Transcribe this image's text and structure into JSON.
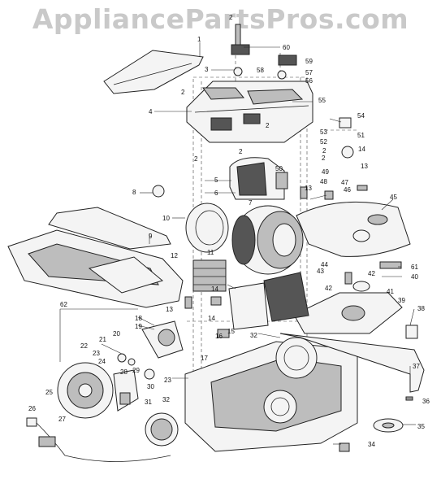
{
  "watermark": "AppliancePartsPros.com",
  "callouts": [
    {
      "id": "c1",
      "text": "1"
    },
    {
      "id": "c2a",
      "text": "2"
    },
    {
      "id": "c2b",
      "text": "2"
    },
    {
      "id": "c2c",
      "text": "2"
    },
    {
      "id": "c2d",
      "text": "2"
    },
    {
      "id": "c2e",
      "text": "2"
    },
    {
      "id": "c2f",
      "text": "2"
    },
    {
      "id": "c2g",
      "text": "2"
    },
    {
      "id": "c3",
      "text": "3"
    },
    {
      "id": "c4",
      "text": "4"
    },
    {
      "id": "c5",
      "text": "5"
    },
    {
      "id": "c6",
      "text": "6"
    },
    {
      "id": "c7",
      "text": "7"
    },
    {
      "id": "c8",
      "text": "8"
    },
    {
      "id": "c9",
      "text": "9"
    },
    {
      "id": "c10",
      "text": "10"
    },
    {
      "id": "c11",
      "text": "11"
    },
    {
      "id": "c12",
      "text": "12"
    },
    {
      "id": "c13a",
      "text": "13"
    },
    {
      "id": "c13b",
      "text": "13"
    },
    {
      "id": "c13c",
      "text": "13"
    },
    {
      "id": "c14a",
      "text": "14"
    },
    {
      "id": "c14b",
      "text": "14"
    },
    {
      "id": "c14c",
      "text": "14"
    },
    {
      "id": "c15",
      "text": "15"
    },
    {
      "id": "c16",
      "text": "16"
    },
    {
      "id": "c17",
      "text": "17"
    },
    {
      "id": "c18",
      "text": "18"
    },
    {
      "id": "c19",
      "text": "19"
    },
    {
      "id": "c20",
      "text": "20"
    },
    {
      "id": "c21",
      "text": "21"
    },
    {
      "id": "c22",
      "text": "22"
    },
    {
      "id": "c23a",
      "text": "23"
    },
    {
      "id": "c23b",
      "text": "23"
    },
    {
      "id": "c24",
      "text": "24"
    },
    {
      "id": "c25",
      "text": "25"
    },
    {
      "id": "c26",
      "text": "26"
    },
    {
      "id": "c27",
      "text": "27"
    },
    {
      "id": "c28",
      "text": "28"
    },
    {
      "id": "c29",
      "text": "29"
    },
    {
      "id": "c30",
      "text": "30"
    },
    {
      "id": "c31",
      "text": "31"
    },
    {
      "id": "c32a",
      "text": "32"
    },
    {
      "id": "c32b",
      "text": "32"
    },
    {
      "id": "c34",
      "text": "34"
    },
    {
      "id": "c35",
      "text": "35"
    },
    {
      "id": "c36",
      "text": "36"
    },
    {
      "id": "c37",
      "text": "37"
    },
    {
      "id": "c38",
      "text": "38"
    },
    {
      "id": "c39",
      "text": "39"
    },
    {
      "id": "c40",
      "text": "40"
    },
    {
      "id": "c41",
      "text": "41"
    },
    {
      "id": "c42a",
      "text": "42"
    },
    {
      "id": "c42b",
      "text": "42"
    },
    {
      "id": "c43",
      "text": "43"
    },
    {
      "id": "c44",
      "text": "44"
    },
    {
      "id": "c45",
      "text": "45"
    },
    {
      "id": "c46",
      "text": "46"
    },
    {
      "id": "c47",
      "text": "47"
    },
    {
      "id": "c48",
      "text": "48"
    },
    {
      "id": "c49",
      "text": "49"
    },
    {
      "id": "c50",
      "text": "50"
    },
    {
      "id": "c51",
      "text": "51"
    },
    {
      "id": "c52",
      "text": "52"
    },
    {
      "id": "c53",
      "text": "53"
    },
    {
      "id": "c54",
      "text": "54"
    },
    {
      "id": "c55",
      "text": "55"
    },
    {
      "id": "c56",
      "text": "56"
    },
    {
      "id": "c57",
      "text": "57"
    },
    {
      "id": "c58",
      "text": "58"
    },
    {
      "id": "c59",
      "text": "59"
    },
    {
      "id": "c60",
      "text": "60"
    },
    {
      "id": "c61",
      "text": "61"
    },
    {
      "id": "c62",
      "text": "62"
    }
  ]
}
